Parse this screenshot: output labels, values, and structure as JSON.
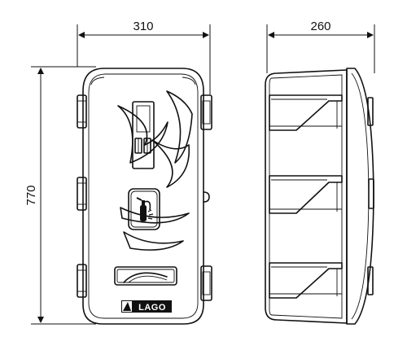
{
  "dimensions": {
    "width": "310",
    "depth": "260",
    "height": "770"
  },
  "logo": {
    "text": "LAGO"
  }
}
